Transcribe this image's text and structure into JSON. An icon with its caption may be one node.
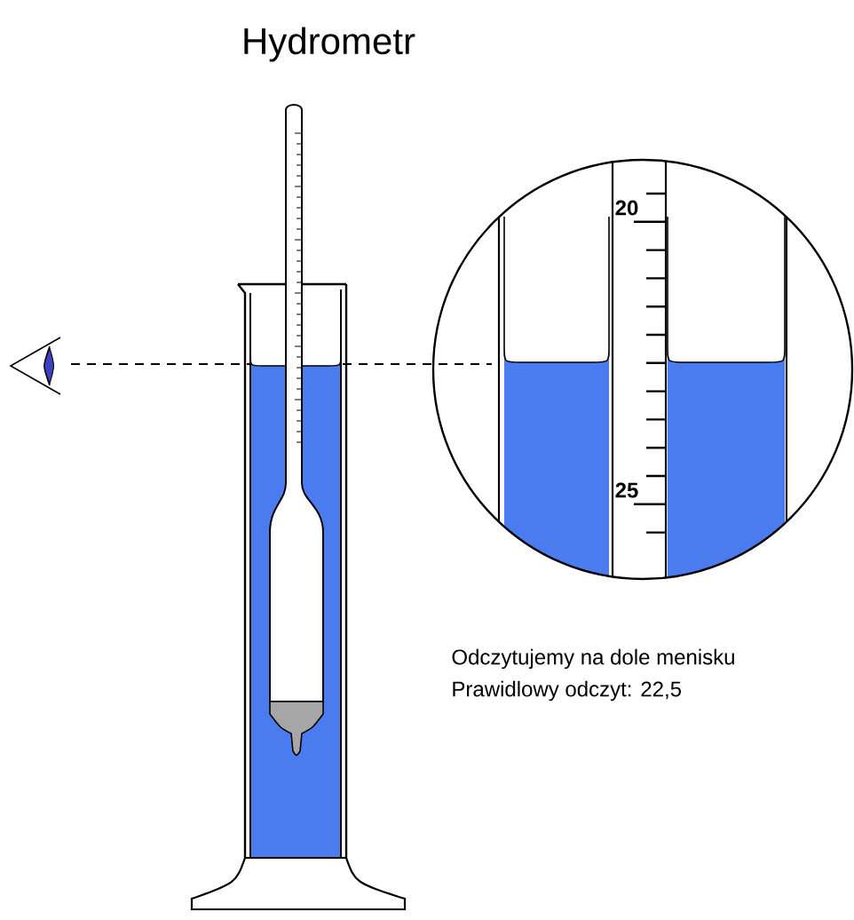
{
  "diagram": {
    "title": "Hydrometr",
    "labels": [
      "20",
      "25",
      "Odczytujemy na dole menisku",
      "Prawidlowy odczyt: 22,5"
    ]
  }
}
